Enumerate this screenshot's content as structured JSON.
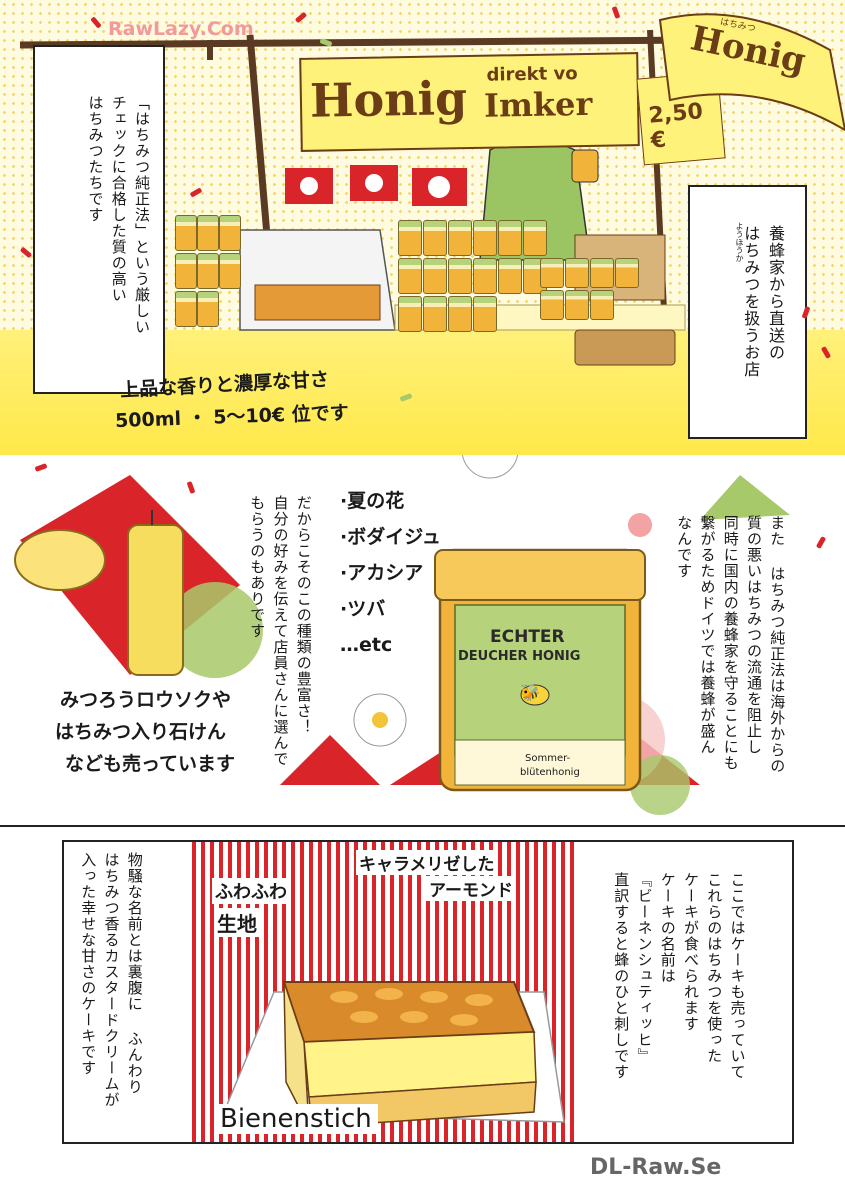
{
  "watermark_top": "RawLazy.Com",
  "watermark_bottom": "DL-Raw.Se",
  "colors": {
    "accent_red": "#d9252a",
    "honey_yellow": "#ffe94a",
    "leaf_green": "#a8c96a",
    "brown_text": "#6b3d16"
  },
  "panel1": {
    "banner_main": "Honig",
    "banner_sub_1": "direkt vo",
    "banner_sub_2": "Imker",
    "ribbon_label": "Honig",
    "ribbon_ruby": "はちみつ",
    "price_tag": "2,50 €",
    "caption_left": "「はちみつ純正法」という厳しい\nチェックに合格した質の高い\nはちみつたちです",
    "caption_right": "養蜂家から直送の\nはちみつを扱うお店",
    "caption_right_ruby": "ようほうか",
    "handwritten_1": "上品な香りと濃厚な甘さ",
    "handwritten_2": "500ml ・ 5～10€ 位です"
  },
  "panel2": {
    "caption_mid": "だからこそのこの種類の豊富さ！\n自分の好みを伝えて店員さんに選んで\nもらうのもありです",
    "list_items": [
      "·夏の花",
      "·ボダイジュ",
      "·アカシア",
      "·ツバ",
      "…etc"
    ],
    "jar_label_1": "ECHTER",
    "jar_label_2": "DEUCHER HONIG",
    "jar_label_3": "Sommer-",
    "jar_label_4": "blütenhonig",
    "caption_right": "また はちみつ純正法は海外からの\n質の悪いはちみつの流通を阻止し\n同時に国内の養蜂家を守ることにも\n繋がるためドイツでは養蜂が盛ん\nなんです",
    "handwritten_1": "みつろうロウソクや",
    "handwritten_2": "はちみつ入り石けん",
    "handwritten_3": "なども売っています"
  },
  "panel3": {
    "caption_left": "物騒な名前とは裏腹に ふんわり\nはちみつ香るカスタードクリームが\n入った幸せな甘さのケーキです",
    "label_top_1": "キャラメリゼした",
    "label_top_2": "アーモンド",
    "label_side_1": "ふわふわ",
    "label_side_2": "生地",
    "cake_name": "Bienenstich",
    "caption_right": "ここではケーキも売っていて\nこれらのはちみつを使った\nケーキが食べられます\nケーキの名前は\n『ビーネンシュティッヒ』\n直訳すると蜂のひと刺しです"
  }
}
